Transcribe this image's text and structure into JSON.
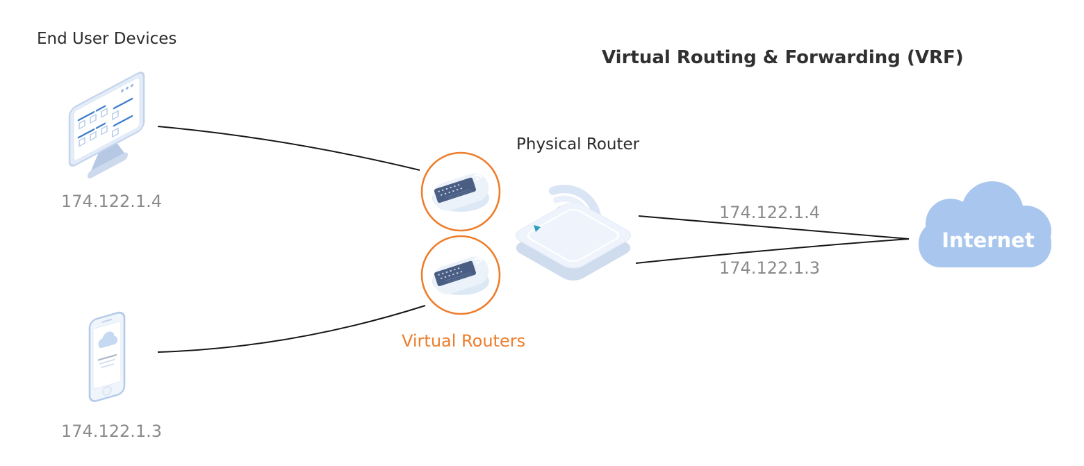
{
  "title": "Virtual Routing & Forwarding (VRF)",
  "end_user_devices": {
    "heading": "End User Devices",
    "desktop_ip": "174.122.1.4",
    "phone_ip": "174.122.1.3"
  },
  "physical_router": {
    "label": "Physical Router"
  },
  "virtual_routers": {
    "label": "Virtual Routers"
  },
  "routes": {
    "route1_ip": "174.122.1.4",
    "route2_ip": "174.122.1.3"
  },
  "internet": {
    "label": "Internet"
  },
  "icons": {
    "desktop_icon": "desktop-monitor-with-browser",
    "phone_icon": "smartphone-with-cloud",
    "virtual_router_icon": "wifi-router-device",
    "physical_router_icon": "wireless-router-with-signal",
    "internet_icon": "cloud"
  },
  "colors": {
    "accent_orange": "#EE7D2C",
    "cloud_blue": "#A9C7EE",
    "connector_black": "#161616",
    "ip_gray": "#8A8A8A",
    "heading_dark": "#2B2B2B",
    "illustration_light_blue": "#E9F0FA",
    "illustration_border_blue": "#BFD1EA",
    "illustration_dark_panel": "#4A5E84",
    "content_line_blue": "#3F7EC9",
    "led_teal": "#2D9DBD"
  }
}
